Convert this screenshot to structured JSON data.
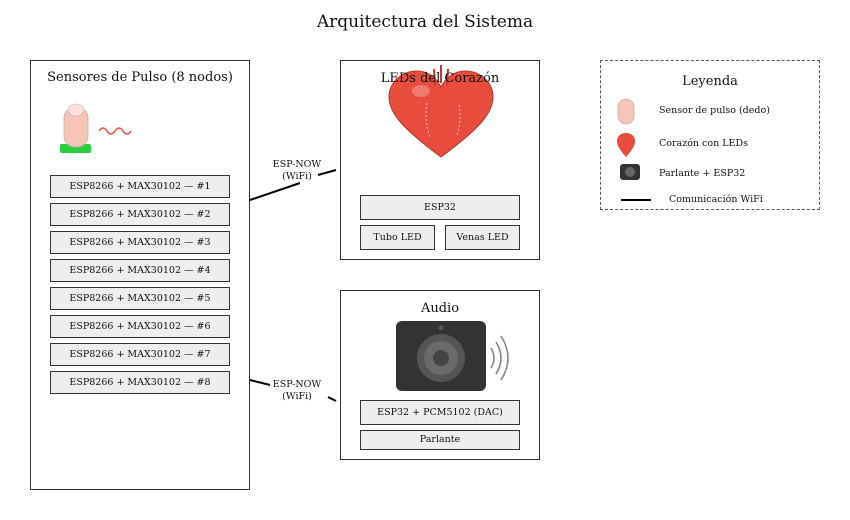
{
  "title": "Arquitectura del Sistema",
  "sensors": {
    "title": "Sensores de Pulso (8 nodos)",
    "nodes": [
      "ESP8266 + MAX30102 — #1",
      "ESP8266 + MAX30102 — #2",
      "ESP8266 + MAX30102 — #3",
      "ESP8266 + MAX30102 — #4",
      "ESP8266 + MAX30102 — #5",
      "ESP8266 + MAX30102 — #6",
      "ESP8266 + MAX30102 — #7",
      "ESP8266 + MAX30102 — #8"
    ]
  },
  "heart": {
    "title": "LEDs del Corazón",
    "controller": "ESP32",
    "tube": "Tubo LED",
    "veins": "Venas LED"
  },
  "audio": {
    "title": "Audio",
    "controller": "ESP32 + PCM5102 (DAC)",
    "speaker": "Parlante"
  },
  "connections": {
    "top": {
      "line1": "ESP-NOW",
      "line2": "(WiFi)"
    },
    "bottom": {
      "line1": "ESP-NOW",
      "line2": "(WiFi)"
    }
  },
  "legend": {
    "title": "Leyenda",
    "items": [
      {
        "icon": "finger-icon",
        "label": "Sensor de pulso (dedo)"
      },
      {
        "icon": "heart-icon",
        "label": "Corazón con LEDs"
      },
      {
        "icon": "speaker-icon",
        "label": "Parlante + ESP32"
      },
      {
        "icon": "line-icon",
        "label": "Comunicación WiFi"
      }
    ]
  },
  "colors": {
    "heart": "#e74c3c",
    "finger": "#f5c6b8",
    "sensor_pad": "#2ecc40",
    "speaker_body": "#333333",
    "box_fill": "#eeeeee"
  }
}
